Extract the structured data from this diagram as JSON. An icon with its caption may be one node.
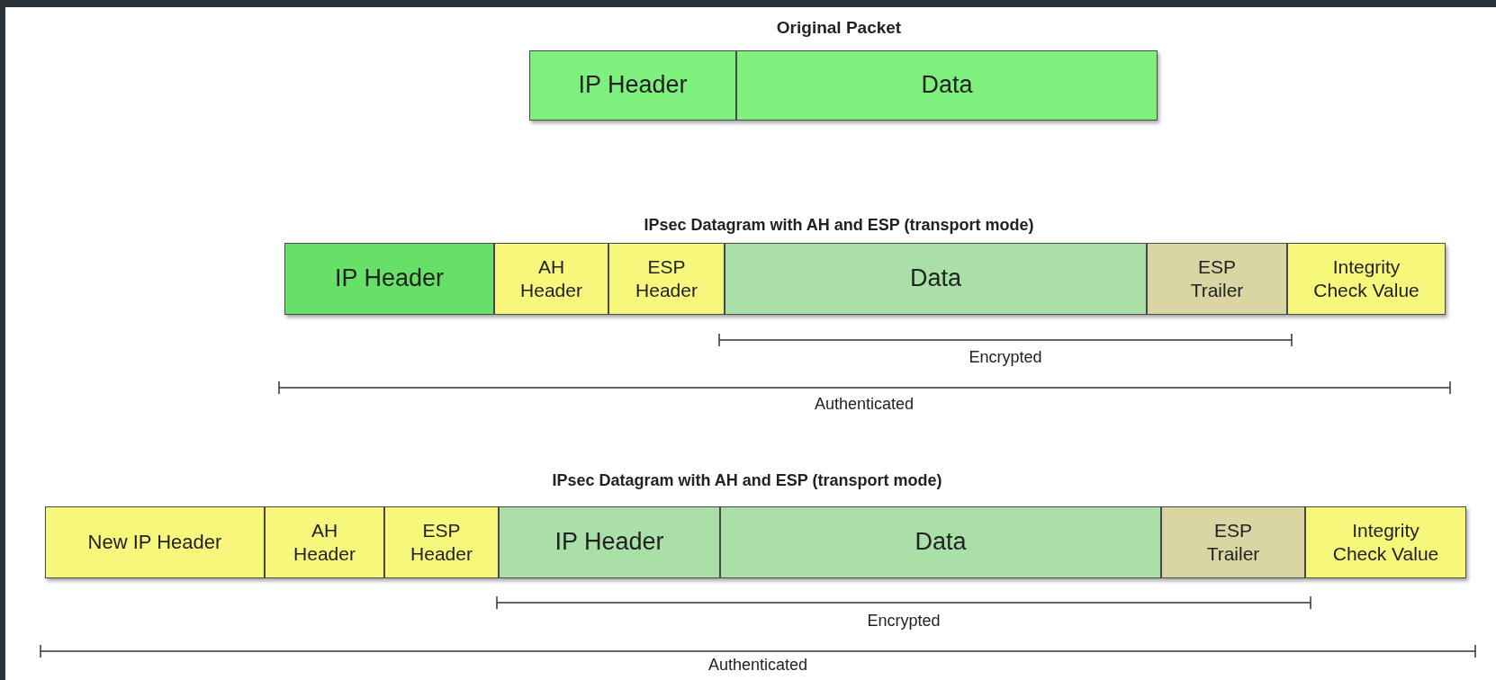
{
  "diagram": {
    "nodes": [
      {
        "text": [
          "IP Header"
        ]
      },
      {
        "text": [
          "Data"
        ]
      },
      {
        "text": [
          "IP Header"
        ]
      },
      {
        "text": [
          "AH Header"
        ]
      },
      {
        "text": [
          "ESP Header"
        ]
      },
      {
        "text": [
          "Data"
        ]
      },
      {
        "text": [
          "ESP Trailer"
        ]
      },
      {
        "text": [
          "Integrity Check Value"
        ]
      },
      {
        "text": [
          "New IP Header"
        ]
      },
      {
        "text": [
          "AH Header"
        ]
      },
      {
        "text": [
          "ESP Header"
        ]
      },
      {
        "text": [
          "IP Header"
        ]
      },
      {
        "text": [
          "Data"
        ]
      },
      {
        "text": [
          "ESP Trailer"
        ]
      },
      {
        "text": [
          "Integrity Check Value"
        ]
      }
    ],
    "edges": [],
    "labels": [
      "Original Packet",
      "IPsec Datagram with AH and ESP (transport mode)",
      "Encrypted",
      "Authenticated",
      "IPsec Datagram with AH and ESP (transport mode)",
      "Encrypted",
      "Authenticated"
    ]
  }
}
